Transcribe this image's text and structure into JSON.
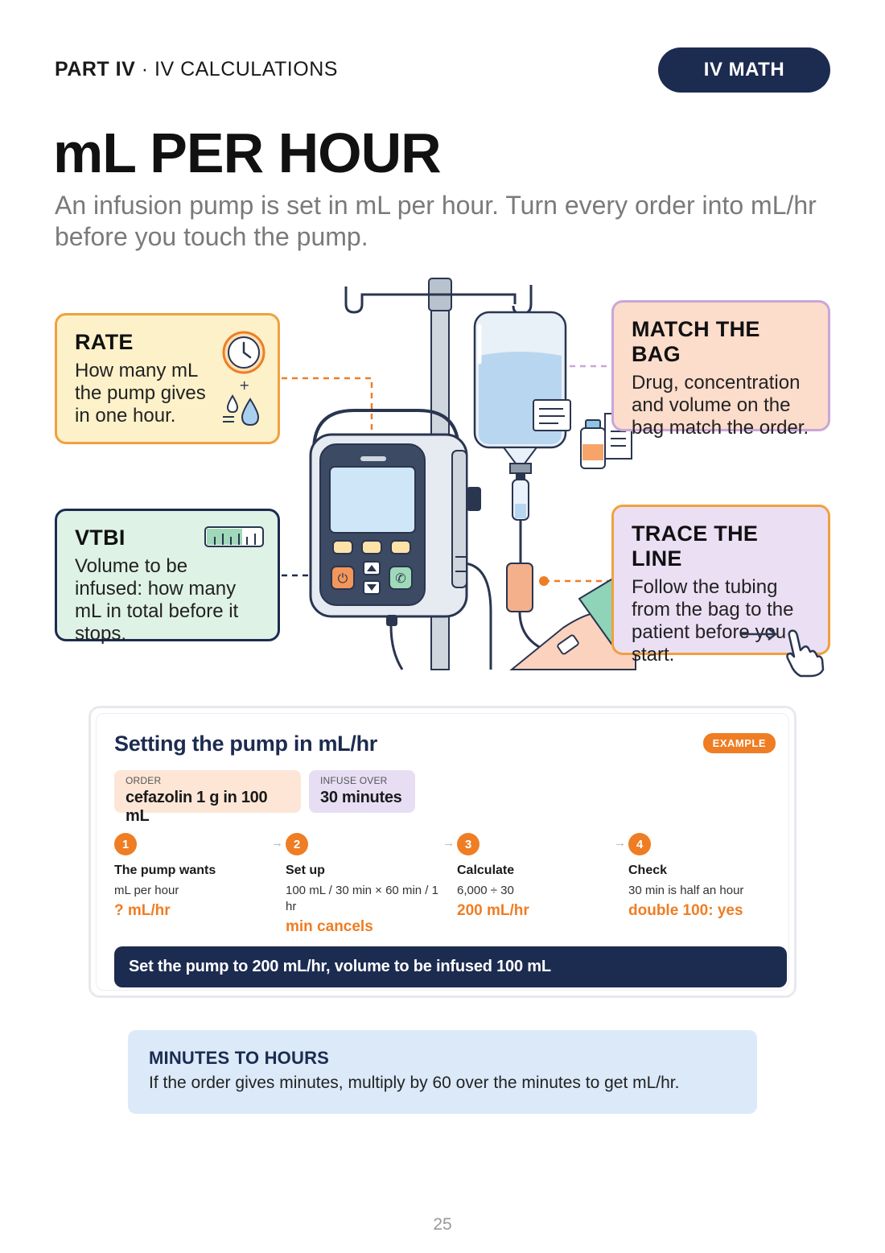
{
  "header": {
    "part": "PART IV",
    "separator": "·",
    "section": "IV CALCULATIONS",
    "pill": "IV MATH"
  },
  "title": "mL PER HOUR",
  "subtitle": "An infusion pump is set in mL per hour. Turn every order into mL/hr before you touch the pump.",
  "callouts": {
    "rate": {
      "title": "RATE",
      "text": "How many mL the pump gives in one hour."
    },
    "vtbi": {
      "title": "VTBI",
      "text": "Volume to be infused: how many mL in total before it stops."
    },
    "bag": {
      "title": "MATCH THE BAG",
      "text": "Drug, concentration and volume on the bag match the order."
    },
    "trace": {
      "title": "TRACE THE LINE",
      "text": "Follow the tubing from the bag to the patient before you start."
    }
  },
  "example": {
    "title": "Setting the pump in mL/hr",
    "badge": "EXAMPLE",
    "order": {
      "label": "ORDER",
      "value": "cefazolin 1 g in 100 mL"
    },
    "infuse": {
      "label": "INFUSE OVER",
      "value": "30 minutes"
    },
    "steps": [
      {
        "num": "1",
        "title": "The pump wants",
        "desc": "mL per hour",
        "result": "? mL/hr"
      },
      {
        "num": "2",
        "title": "Set up",
        "desc": "100 mL / 30 min × 60 min / 1 hr",
        "result": "min cancels"
      },
      {
        "num": "3",
        "title": "Calculate",
        "desc": "6,000 ÷ 30",
        "result": "200 mL/hr"
      },
      {
        "num": "4",
        "title": "Check",
        "desc": "30 min is half an hour",
        "result": "double 100: yes"
      }
    ],
    "banner": "Set the pump to 200 mL/hr, volume to be infused 100 mL"
  },
  "tip": {
    "title": "MINUTES TO HOURS",
    "text": "If the order gives minutes, multiply by 60 over the minutes to get mL/hr."
  },
  "page_number": "25",
  "colors": {
    "navy": "#1c2b50",
    "orange": "#ef7d23",
    "rate_bg": "#fdf1c9",
    "vtbi_bg": "#dff2e6",
    "bag_bg": "#fcdccb",
    "trace_bg": "#ebdff4",
    "tip_bg": "#dbe9f8"
  },
  "icons": [
    "clock-icon",
    "droplet-icon",
    "ruler-gauge-icon",
    "vial-icon",
    "document-icon",
    "pointing-hand-icon",
    "arrow-right-icon",
    "power-icon",
    "phone-icon",
    "up-arrow-icon",
    "down-arrow-icon"
  ]
}
